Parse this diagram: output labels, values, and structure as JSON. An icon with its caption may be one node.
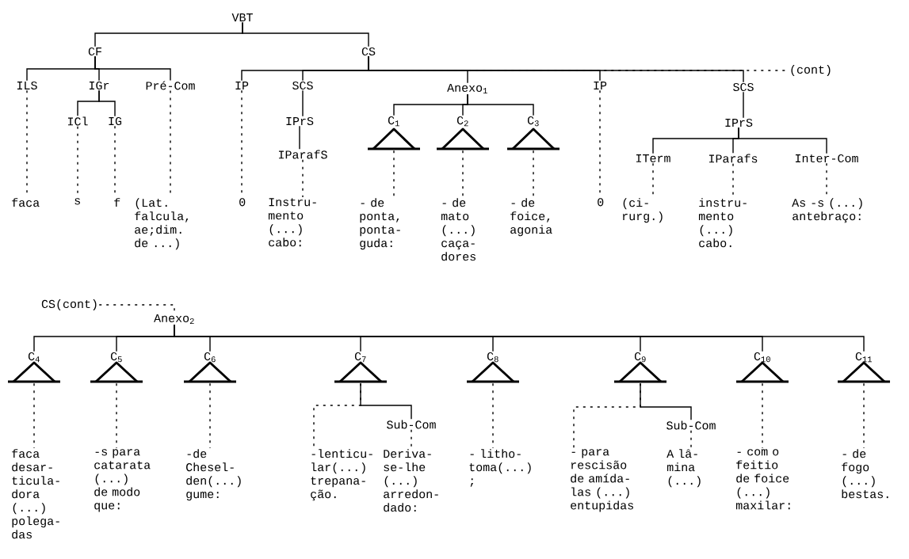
{
  "diagram": {
    "nodes": [
      {
        "text": [
          "VBT"
        ]
      },
      {
        "text": [
          "CF"
        ]
      },
      {
        "text": [
          "CS"
        ]
      },
      {
        "text": [
          "ILS"
        ]
      },
      {
        "text": [
          "IGr"
        ]
      },
      {
        "text": [
          "Pré-Com"
        ]
      },
      {
        "text": [
          "IP"
        ]
      },
      {
        "text": [
          "SCS"
        ]
      },
      {
        "text": [
          "Anexo$_{1}$"
        ]
      },
      {
        "text": [
          "IP"
        ]
      },
      {
        "text": [
          "SCS"
        ]
      },
      {
        "text": [
          "(cont)"
        ]
      },
      {
        "text": [
          "ICl"
        ]
      },
      {
        "text": [
          "IG"
        ]
      },
      {
        "text": [
          "IPrS"
        ]
      },
      {
        "text": [
          "C$_{1}$"
        ]
      },
      {
        "text": [
          "C$_{2}$"
        ]
      },
      {
        "text": [
          "C$_{3}$"
        ]
      },
      {
        "text": [
          "IPrS"
        ]
      },
      {
        "text": [
          "IParafS"
        ]
      },
      {
        "text": [
          "ITerm"
        ]
      },
      {
        "text": [
          "IParafs"
        ]
      },
      {
        "text": [
          "Inter-Com"
        ]
      },
      {
        "text": [
          "faca"
        ]
      },
      {
        "text": [
          "s"
        ]
      },
      {
        "text": [
          "f"
        ]
      },
      {
        "text": [
          "(Lat. falcula, ae;dim. de ...)"
        ]
      },
      {
        "text": [
          "0"
        ]
      },
      {
        "text": [
          "Instru- mento (...) cabo:"
        ]
      },
      {
        "text": [
          "- de ponta, ponta- guda:"
        ]
      },
      {
        "text": [
          "- de mato (...) caça- dores"
        ]
      },
      {
        "text": [
          "- de foice, agonia"
        ]
      },
      {
        "text": [
          "0"
        ]
      },
      {
        "text": [
          "(ci- rurg.)"
        ]
      },
      {
        "text": [
          "instru- mento (...) cabo."
        ]
      },
      {
        "text": [
          "As -s (...) antebraço:"
        ]
      },
      {
        "text": [
          "CS(cont)"
        ]
      },
      {
        "text": [
          "Anexo$_{2}$"
        ]
      },
      {
        "text": [
          "C$_{4}$"
        ]
      },
      {
        "text": [
          "C$_{5}$"
        ]
      },
      {
        "text": [
          "C$_{6}$"
        ]
      },
      {
        "text": [
          "C$_{7}$"
        ]
      },
      {
        "text": [
          "C$_{8}$"
        ]
      },
      {
        "text": [
          "C$_{9}$"
        ]
      },
      {
        "text": [
          "C$_{10}$"
        ]
      },
      {
        "text": [
          "C$_{11}$"
        ]
      },
      {
        "text": [
          "faca desar- ticula- dora (...) polega- das"
        ]
      },
      {
        "text": [
          "-s para catarata (...) de modo que:"
        ]
      },
      {
        "text": [
          "-de Chesel- den(...) gume:"
        ]
      },
      {
        "text": [
          "Sub-Com"
        ]
      },
      {
        "text": [
          "-lenticu- lar(...) trepana- ção."
        ]
      },
      {
        "text": [
          "Deriva- se-lhe (...) arredon- dado:"
        ]
      },
      {
        "text": [
          "- litho- toma(...) ;"
        ]
      },
      {
        "text": [
          "Sub-Com"
        ]
      },
      {
        "text": [
          "- para rescisão de amída- las (...) entupidas"
        ]
      },
      {
        "text": [
          "A lâ- mina (...)"
        ]
      },
      {
        "text": [
          "- com o feitio de foice (...) maxilar:"
        ]
      },
      {
        "text": [
          "- de fogo (...) bestas."
        ]
      }
    ],
    "edges": [
      {
        "from": 0,
        "to": 1,
        "arrow": "none"
      },
      {
        "from": 0,
        "to": 2,
        "arrow": "none"
      },
      {
        "from": 1,
        "to": 3,
        "arrow": "none"
      },
      {
        "from": 1,
        "to": 4,
        "arrow": "none"
      },
      {
        "from": 1,
        "to": 5,
        "arrow": "none"
      },
      {
        "from": 2,
        "to": 6,
        "arrow": "none"
      },
      {
        "from": 2,
        "to": 7,
        "arrow": "none"
      },
      {
        "from": 2,
        "to": 8,
        "arrow": "none"
      },
      {
        "from": 2,
        "to": 9,
        "arrow": "none"
      },
      {
        "from": 2,
        "to": 10,
        "arrow": "none"
      },
      {
        "from": 2,
        "to": 11,
        "arrow": "none",
        "style": "dashed"
      },
      {
        "from": 4,
        "to": 12,
        "arrow": "none"
      },
      {
        "from": 4,
        "to": 13,
        "arrow": "none"
      },
      {
        "from": 7,
        "to": 14,
        "arrow": "none"
      },
      {
        "from": 14,
        "to": 19,
        "arrow": "none"
      },
      {
        "from": 8,
        "to": 15,
        "arrow": "none"
      },
      {
        "from": 8,
        "to": 16,
        "arrow": "none"
      },
      {
        "from": 8,
        "to": 17,
        "arrow": "none"
      },
      {
        "from": 10,
        "to": 18,
        "arrow": "none"
      },
      {
        "from": 18,
        "to": 20,
        "arrow": "none"
      },
      {
        "from": 18,
        "to": 21,
        "arrow": "none"
      },
      {
        "from": 18,
        "to": 22,
        "arrow": "none"
      },
      {
        "from": 3,
        "to": 23,
        "arrow": "none",
        "style": "dashed"
      },
      {
        "from": 12,
        "to": 24,
        "arrow": "none",
        "style": "dashed"
      },
      {
        "from": 13,
        "to": 25,
        "arrow": "none",
        "style": "dashed"
      },
      {
        "from": 5,
        "to": 26,
        "arrow": "none",
        "style": "dashed"
      },
      {
        "from": 6,
        "to": 27,
        "arrow": "none",
        "style": "dashed"
      },
      {
        "from": 19,
        "to": 28,
        "arrow": "none",
        "style": "dashed"
      },
      {
        "from": 15,
        "to": 29,
        "arrow": "none",
        "style": "dashed"
      },
      {
        "from": 16,
        "to": 30,
        "arrow": "none",
        "style": "dashed"
      },
      {
        "from": 17,
        "to": 31,
        "arrow": "none",
        "style": "dashed"
      },
      {
        "from": 9,
        "to": 32,
        "arrow": "none",
        "style": "dashed"
      },
      {
        "from": 20,
        "to": 33,
        "arrow": "none",
        "style": "dashed"
      },
      {
        "from": 21,
        "to": 34,
        "arrow": "none",
        "style": "dashed"
      },
      {
        "from": 22,
        "to": 35,
        "arrow": "none",
        "style": "dashed"
      },
      {
        "from": 36,
        "to": 37,
        "arrow": "none",
        "style": "dashed"
      },
      {
        "from": 37,
        "to": 38,
        "arrow": "none"
      },
      {
        "from": 37,
        "to": 39,
        "arrow": "none"
      },
      {
        "from": 37,
        "to": 40,
        "arrow": "none"
      },
      {
        "from": 37,
        "to": 41,
        "arrow": "none"
      },
      {
        "from": 37,
        "to": 42,
        "arrow": "none"
      },
      {
        "from": 37,
        "to": 43,
        "arrow": "none"
      },
      {
        "from": 37,
        "to": 44,
        "arrow": "none"
      },
      {
        "from": 37,
        "to": 45,
        "arrow": "none"
      },
      {
        "from": 38,
        "to": 46,
        "arrow": "none",
        "style": "dashed"
      },
      {
        "from": 39,
        "to": 47,
        "arrow": "none",
        "style": "dashed"
      },
      {
        "from": 40,
        "to": 48,
        "arrow": "none",
        "style": "dashed"
      },
      {
        "from": 41,
        "to": 49,
        "arrow": "none"
      },
      {
        "from": 41,
        "to": 50,
        "arrow": "none",
        "style": "dashed"
      },
      {
        "from": 49,
        "to": 51,
        "arrow": "none",
        "style": "dashed"
      },
      {
        "from": 42,
        "to": 52,
        "arrow": "none",
        "style": "dashed"
      },
      {
        "from": 43,
        "to": 53,
        "arrow": "none"
      },
      {
        "from": 43,
        "to": 54,
        "arrow": "none",
        "style": "dashed"
      },
      {
        "from": 53,
        "to": 55,
        "arrow": "none",
        "style": "dashed"
      },
      {
        "from": 44,
        "to": 56,
        "arrow": "none",
        "style": "dashed"
      },
      {
        "from": 45,
        "to": 57,
        "arrow": "none",
        "style": "dashed"
      }
    ]
  }
}
